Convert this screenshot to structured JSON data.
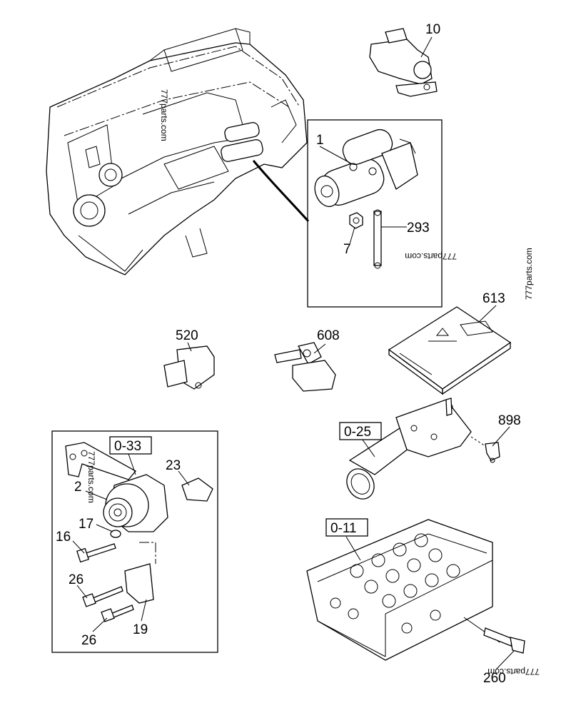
{
  "labels": {
    "p10": "10",
    "p1": "1",
    "p293": "293",
    "p7": "7",
    "p613": "613",
    "p520": "520",
    "p608": "608",
    "p0_25": "0-25",
    "p898": "898",
    "p0_33": "0-33",
    "p23": "23",
    "p2": "2",
    "p17": "17",
    "p16": "16",
    "p26a": "26",
    "p26b": "26",
    "p19": "19",
    "p0_11": "0-11",
    "p260": "260"
  },
  "watermarks": {
    "w1": "777parts.com",
    "w2": "777parts.com",
    "w3": "777parts.com",
    "w4": "777parts.com",
    "w5": "777parts.com"
  }
}
